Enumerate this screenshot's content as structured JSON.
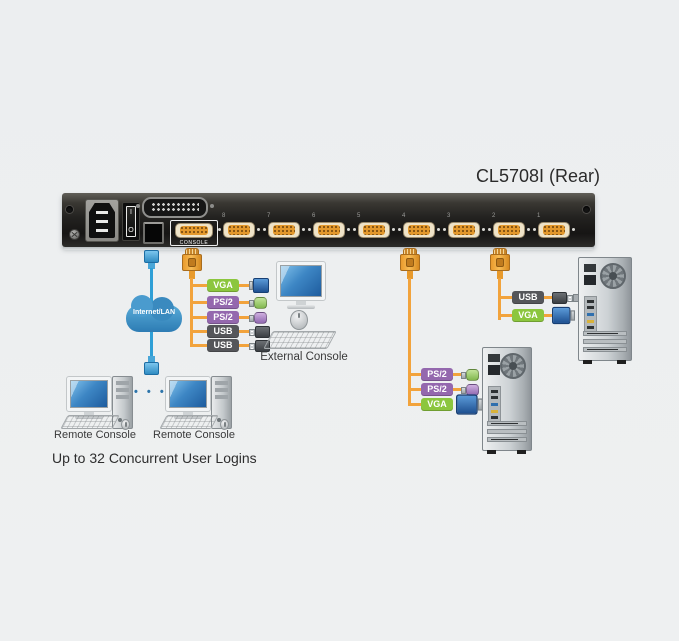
{
  "title": "CL5708I (Rear)",
  "device": {
    "console_label": "CONSOLE",
    "ports": [
      "8",
      "7",
      "6",
      "5",
      "4",
      "3",
      "2",
      "1"
    ],
    "power_switch": {
      "on": "I",
      "off": "O"
    }
  },
  "network": {
    "cloud_label": "Internet/LAN"
  },
  "external_console": {
    "label": "External Console",
    "tags": [
      {
        "label": "VGA",
        "type": "vga"
      },
      {
        "label": "PS/2",
        "type": "ps2"
      },
      {
        "label": "PS/2",
        "type": "ps2"
      },
      {
        "label": "USB",
        "type": "usb"
      },
      {
        "label": "USB",
        "type": "usb"
      }
    ]
  },
  "computers": {
    "top": {
      "tags": [
        {
          "label": "USB",
          "type": "usb"
        },
        {
          "label": "VGA",
          "type": "vga"
        }
      ]
    },
    "bottom": {
      "tags": [
        {
          "label": "PS/2",
          "type": "ps2"
        },
        {
          "label": "PS/2",
          "type": "ps2"
        },
        {
          "label": "VGA",
          "type": "vga"
        }
      ]
    }
  },
  "remote": {
    "labels": [
      "Remote Console",
      "Remote Console"
    ],
    "ellipsis": "• • •"
  },
  "caption": "Up to 32 Concurrent User Logins",
  "colors": {
    "background": "#edeff0",
    "device_body": "#1c1b1a",
    "cable_orange": "#f2a33c",
    "cable_blue": "#2f9fd6",
    "tag_vga": "#8cc63e",
    "tag_ps2": "#9468ae",
    "tag_usb": "#55565a",
    "cloud_blue": "#3a8abf",
    "port_face": "#efe3c8",
    "port_pins": "#e3982c"
  }
}
